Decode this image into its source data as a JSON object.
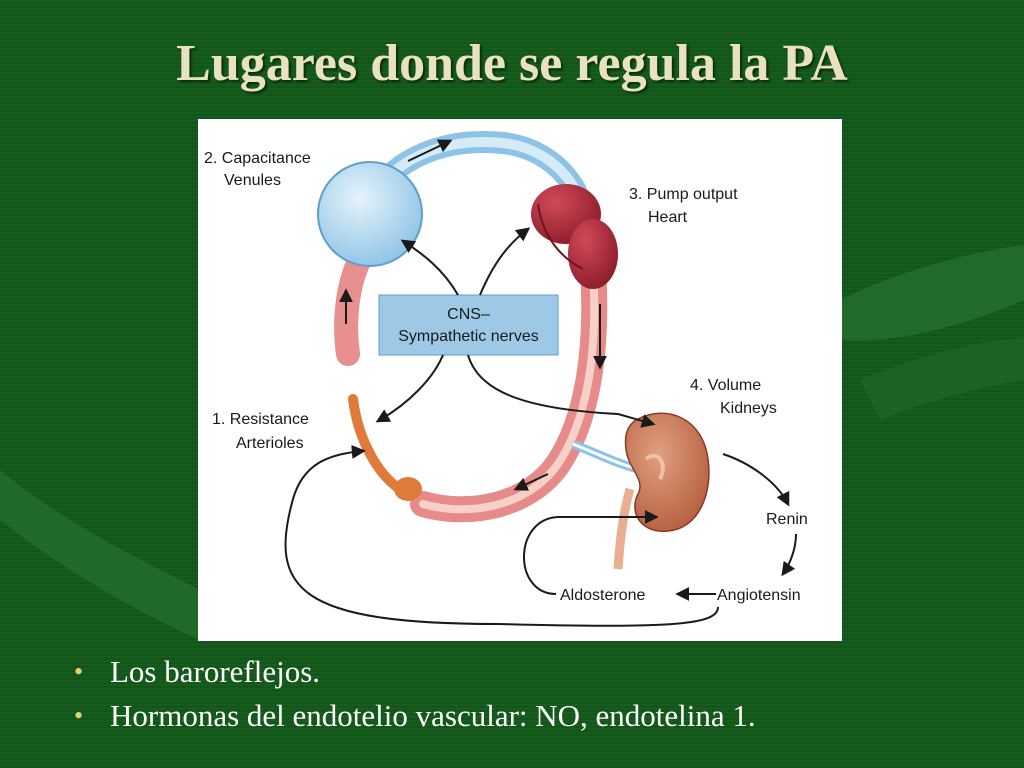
{
  "slide": {
    "title": "Lugares donde se regula la PA",
    "bullets": [
      "Los baroreflejos.",
      "Hormonas del endotelio vascular: NO, endotelina 1."
    ]
  },
  "diagram": {
    "center_box": {
      "line1": "CNS–",
      "line2": "Sympathetic nerves"
    },
    "sites": [
      {
        "line1": "2. Capacitance",
        "line2": "Venules"
      },
      {
        "line1": "3. Pump output",
        "line2": "Heart"
      },
      {
        "line1": "4. Volume",
        "line2": "Kidneys"
      },
      {
        "line1": "1. Resistance",
        "line2": "Arterioles"
      }
    ],
    "hormones": {
      "renin": "Renin",
      "angiotensin": "Angiotensin",
      "aldosterone": "Aldosterone"
    }
  }
}
